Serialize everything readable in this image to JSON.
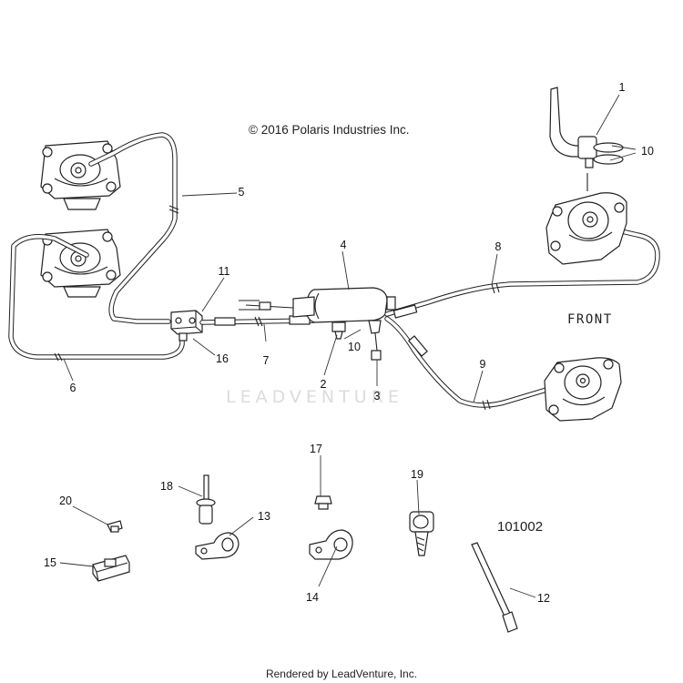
{
  "copyright": "© 2016 Polaris Industries Inc.",
  "front_label": "FRONT",
  "drawing_number": "101002",
  "watermark": "LEADVENTURE",
  "footer": "Rendered by LeadVenture, Inc.",
  "callouts": {
    "c1": "1",
    "c2": "2",
    "c3": "3",
    "c4": "4",
    "c5": "5",
    "c6": "6",
    "c7": "7",
    "c8": "8",
    "c9": "9",
    "c10a": "10",
    "c10b": "10",
    "c11": "11",
    "c12": "12",
    "c13": "13",
    "c14": "14",
    "c15": "15",
    "c16": "16",
    "c17": "17",
    "c18": "18",
    "c19": "19",
    "c20": "20"
  }
}
